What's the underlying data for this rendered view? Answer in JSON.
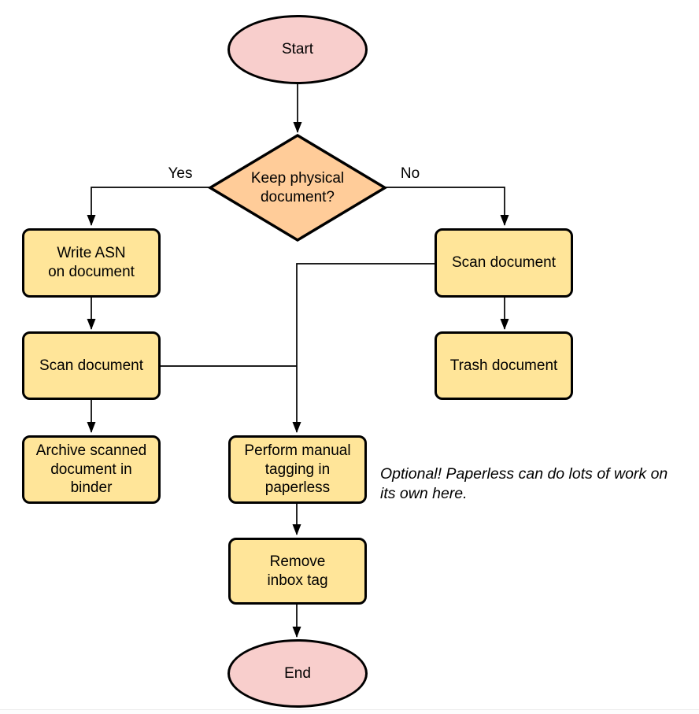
{
  "diagram": {
    "type": "flowchart",
    "nodes": {
      "start": {
        "label": "Start",
        "shape": "ellipse",
        "fill": "#F8CECC"
      },
      "decision": {
        "label": "Keep physical\ndocument?",
        "shape": "diamond",
        "fill": "#FFCC99"
      },
      "write_asn": {
        "label": "Write ASN\non document",
        "shape": "process",
        "fill": "#FFE599"
      },
      "scan_document_yes": {
        "label": "Scan document",
        "shape": "process",
        "fill": "#FFE599"
      },
      "archive_binder": {
        "label": "Archive scanned\ndocument in\nbinder",
        "shape": "process",
        "fill": "#FFE599"
      },
      "scan_document_no": {
        "label": "Scan document",
        "shape": "process",
        "fill": "#FFE599"
      },
      "trash_document": {
        "label": "Trash document",
        "shape": "process",
        "fill": "#FFE599"
      },
      "manual_tagging": {
        "label": "Perform manual\ntagging in\npaperless",
        "shape": "process",
        "fill": "#FFE599"
      },
      "remove_inbox_tag": {
        "label": "Remove\ninbox tag",
        "shape": "process",
        "fill": "#FFE599"
      },
      "end": {
        "label": "End",
        "shape": "ellipse",
        "fill": "#F8CECC"
      }
    },
    "edge_labels": {
      "yes": "Yes",
      "no": "No"
    },
    "edges": [
      {
        "from": "start",
        "to": "decision"
      },
      {
        "from": "decision",
        "to": "write_asn",
        "label": "Yes"
      },
      {
        "from": "decision",
        "to": "scan_document_no",
        "label": "No"
      },
      {
        "from": "write_asn",
        "to": "scan_document_yes"
      },
      {
        "from": "scan_document_yes",
        "to": "archive_binder"
      },
      {
        "from": "scan_document_yes",
        "to": "manual_tagging"
      },
      {
        "from": "scan_document_no",
        "to": "trash_document"
      },
      {
        "from": "scan_document_no",
        "to": "manual_tagging"
      },
      {
        "from": "manual_tagging",
        "to": "remove_inbox_tag"
      },
      {
        "from": "remove_inbox_tag",
        "to": "end"
      }
    ],
    "annotation": "Optional! Paperless can do lots of work on\nits own here.",
    "colors": {
      "terminator_fill": "#F8CECC",
      "decision_fill": "#FFCC99",
      "process_fill": "#FFE599",
      "stroke": "#000000",
      "background": "#FFFFFF"
    }
  }
}
